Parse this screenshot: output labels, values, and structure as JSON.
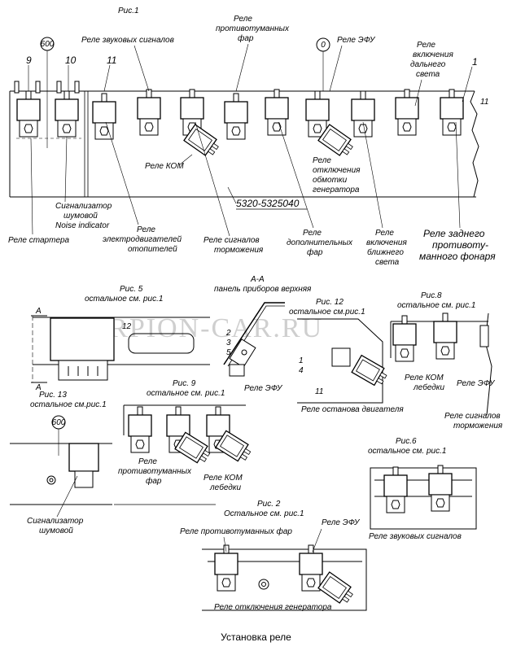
{
  "caption": "Установка реле",
  "watermark": "SCORPION-CAR.RU",
  "fig1": {
    "title": "Рис.1",
    "part_number": "5320-5325040",
    "callouts": [
      "9",
      "10",
      "11",
      "1",
      "11"
    ],
    "badges": [
      "600",
      "0"
    ],
    "labels": {
      "horn": "Реле звуковых сигналов",
      "fog": [
        "Реле",
        "противотуманных",
        "фар"
      ],
      "efu": "Реле ЭФУ",
      "high_beam": [
        "Реле",
        "включения",
        "дальнего",
        "света"
      ],
      "kom": "Реле КОМ",
      "gen_off": [
        "Реле",
        "отключения",
        "обмотки",
        "генератора"
      ],
      "starter": "Реле стартера",
      "noise": [
        "Сигнализатор",
        "шумовой",
        "Noise indicator"
      ],
      "heater": [
        "Реле",
        "электродвигателей",
        "отопителей"
      ],
      "brake": [
        "Реле сигналов",
        "торможения"
      ],
      "aux": [
        "Реле",
        "дополнительных",
        "фар"
      ],
      "low_beam": [
        "Реле",
        "включения",
        "ближнего",
        "света"
      ],
      "rear_fog": [
        "Реле заднего",
        "противоту-",
        "манного фонаря"
      ]
    }
  },
  "fig5": {
    "title": "Рис. 5",
    "sub": "остальное см. рис.1",
    "callouts": [
      "12"
    ],
    "section": "А"
  },
  "aa": {
    "title": "А-А",
    "sub": "панель приборов верхняя",
    "callouts": [
      "2",
      "3",
      "5"
    ]
  },
  "fig12": {
    "title": "Рис. 12",
    "sub": "остальное см.рис.1",
    "callouts": [
      "1",
      "4",
      "11"
    ],
    "label": "Реле останова двигателя"
  },
  "fig8": {
    "title": "Рис.8",
    "sub": "остальное см. рис.1",
    "label_kom": [
      "Реле КОМ",
      "лебедки"
    ],
    "label_efu": "Реле ЭФУ",
    "label_brake": [
      "Реле сигналов",
      "торможения"
    ]
  },
  "fig9": {
    "title": "Рис. 9",
    "sub": "остальное см. рис.1",
    "label_efu": "Реле ЭФУ",
    "label_fog": [
      "Реле",
      "противотуманных",
      "фар"
    ],
    "label_kom": [
      "Реле КОМ",
      "лебедки"
    ]
  },
  "fig13": {
    "title": "Рис. 13",
    "sub": "остальное см.рис.1",
    "badge": "600",
    "label": [
      "Сигнализатор",
      "шумовой"
    ]
  },
  "fig6": {
    "title": "Рис.6",
    "sub": "остальное см. рис.1",
    "label": "Реле звуковых сигналов"
  },
  "fig2": {
    "title": "Рис. 2",
    "sub": "Остальное см. рис.1",
    "label_fog": "Реле противотуманных фар",
    "label_efu": "Реле ЭФУ",
    "label_gen": "Реле отключения генератора"
  }
}
